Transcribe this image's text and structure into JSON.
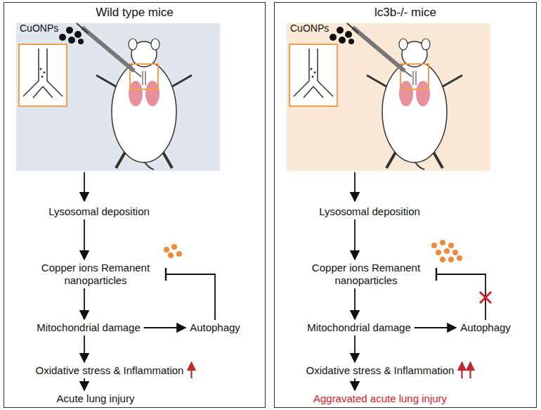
{
  "diagram": {
    "nodes": [
      {
        "text": [
          "Wild type mice"
        ]
      },
      {
        "text": [
          "Lysosomal deposition"
        ],
        "in": 0
      },
      {
        "text": [
          "Copper ions Remanent nanoparticles"
        ],
        "in": 0
      },
      {
        "text": [
          "Mitochondrial damage"
        ],
        "in": 0
      },
      {
        "text": [
          "Autophagy"
        ],
        "in": 0
      },
      {
        "text": [
          "Oxidative stress & Inflammation"
        ],
        "in": 0
      },
      {
        "text": [
          "Acute lung injury"
        ],
        "in": 0
      },
      {
        "text": [
          "lc3b-/- mice"
        ]
      },
      {
        "text": [
          "Lysosomal deposition"
        ],
        "in": 7
      },
      {
        "text": [
          "Copper ions Remanent nanoparticles"
        ],
        "in": 7
      },
      {
        "text": [
          "Mitochondrial damage"
        ],
        "in": 7
      },
      {
        "text": [
          "Autophagy"
        ],
        "in": 7
      },
      {
        "text": [
          "Oxidative stress & Inflammation"
        ],
        "in": 7
      },
      {
        "text": [
          "Aggravated acute lung injury"
        ],
        "in": 7
      }
    ],
    "edges": [
      {
        "from": 1,
        "to": 2,
        "arrow": "to"
      },
      {
        "from": 2,
        "to": 3,
        "arrow": "to"
      },
      {
        "from": 3,
        "to": 4,
        "arrow": "to"
      },
      {
        "from": 3,
        "to": 5,
        "arrow": "to"
      },
      {
        "from": 5,
        "to": 6,
        "arrow": "to"
      },
      {
        "from": 4,
        "to": 2,
        "arrow": "to"
      },
      {
        "from": 8,
        "to": 9,
        "arrow": "to"
      },
      {
        "from": 9,
        "to": 10,
        "arrow": "to"
      },
      {
        "from": 10,
        "to": 11,
        "arrow": "to"
      },
      {
        "from": 10,
        "to": 12,
        "arrow": "to"
      },
      {
        "from": 12,
        "to": 13,
        "arrow": "to"
      },
      {
        "from": 11,
        "to": 9,
        "arrow": "to"
      }
    ],
    "labels": [
      "CuONPs",
      "CuONPs"
    ]
  }
}
